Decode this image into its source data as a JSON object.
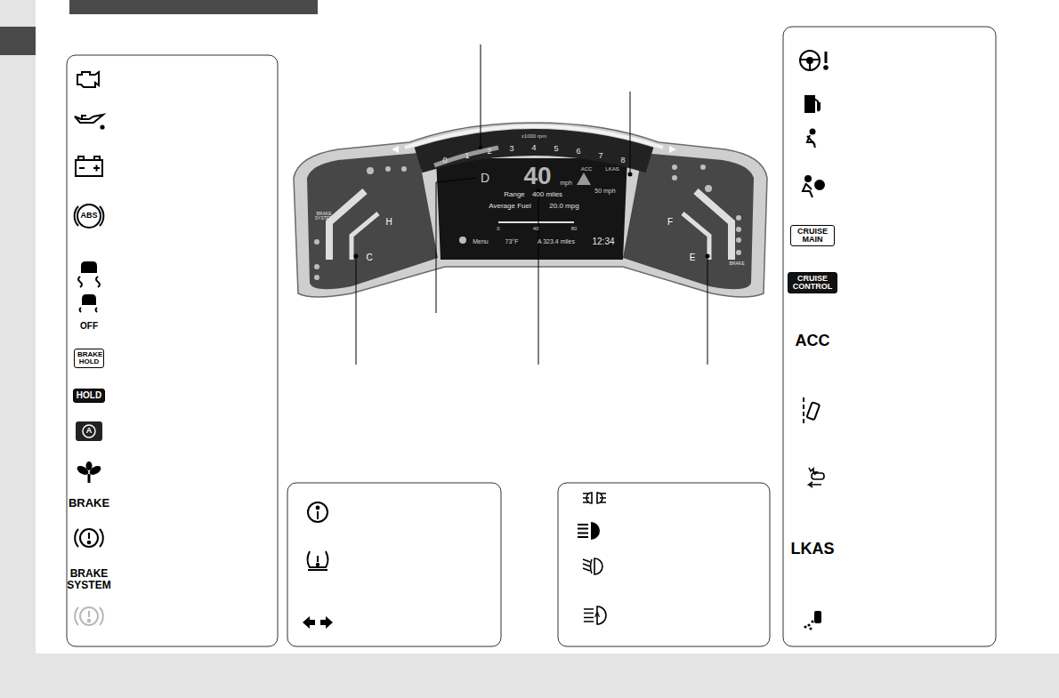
{
  "diagram": {
    "nodes": [
      {
        "text": [
          "BRAKE HOLD"
        ]
      },
      {
        "text": [
          "HOLD"
        ]
      },
      {
        "text": [
          "CRUISE MAIN"
        ]
      },
      {
        "text": [
          "CRUISE CONTROL"
        ]
      }
    ],
    "labels": [
      "OFF",
      "BRAKE",
      "BRAKE SYSTEM",
      "ACC",
      "LKAS",
      "0",
      "1",
      "2",
      "3",
      "4",
      "5",
      "6",
      "7",
      "8",
      "x1000 rpm",
      "40",
      "mph",
      "D",
      "Range",
      "400 miles",
      "Average Fuel",
      "20.0 mpg",
      "0",
      "40",
      "80",
      "Menu",
      "73°F",
      "A 323.4 miles",
      "12:34",
      "ACC",
      "LKAS",
      "50 mph",
      "H",
      "C",
      "F",
      "E",
      "BRAKE SYSTEM",
      "BRAKE",
      "ABS",
      "A",
      "A"
    ]
  }
}
